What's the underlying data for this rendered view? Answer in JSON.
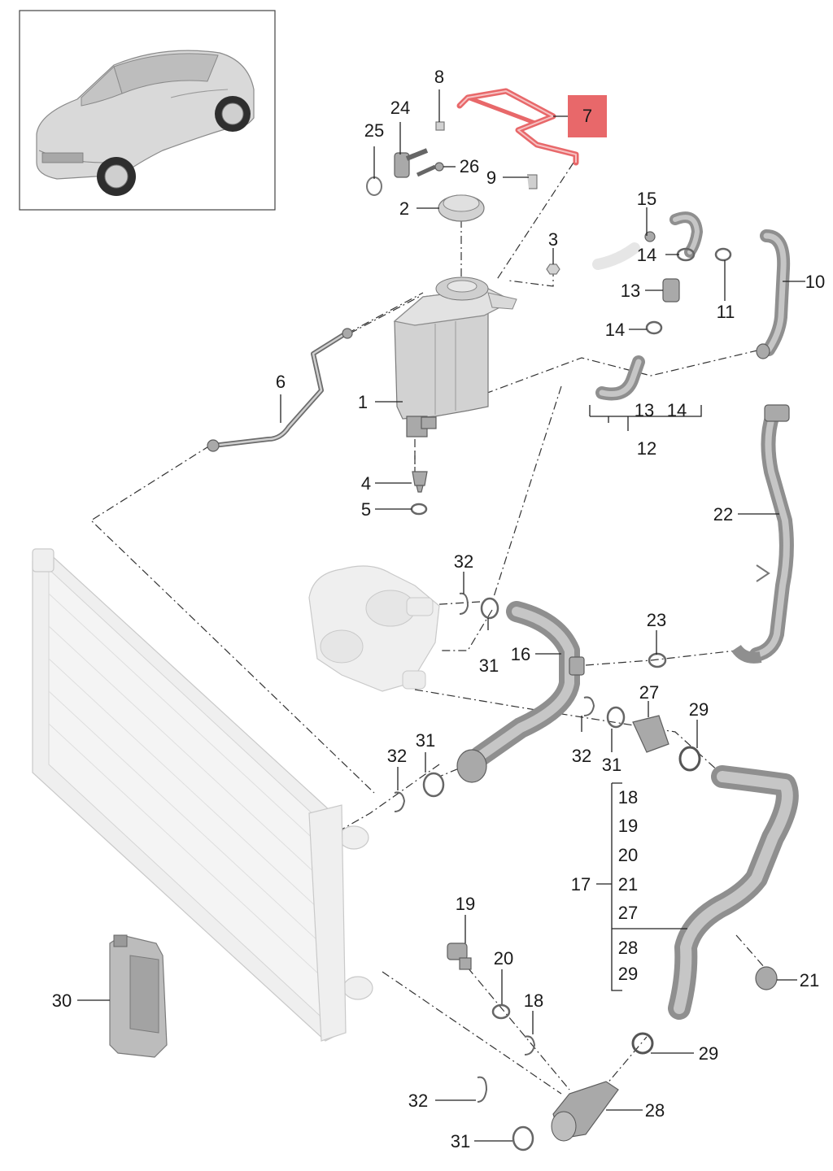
{
  "highlight_color": "#e8686a",
  "accent_red": "#e03a3e",
  "callouts": {
    "p1": "1",
    "p2": "2",
    "p3": "3",
    "p4": "4",
    "p5": "5",
    "p6": "6",
    "p7": "7",
    "p8": "8",
    "p9": "9",
    "p10": "10",
    "p11": "11",
    "p12": "12",
    "p13": "13",
    "p13b": "13",
    "p14a": "14",
    "p14b": "14",
    "p14c": "14",
    "p15": "15",
    "p16": "16",
    "p17": "17",
    "p18": "18",
    "p18b": "18",
    "p19": "19",
    "p19b": "19",
    "p20": "20",
    "p20b": "20",
    "p21": "21",
    "p21b": "21",
    "p22": "22",
    "p23": "23",
    "p24": "24",
    "p25": "25",
    "p26": "26",
    "p27": "27",
    "p27b": "27",
    "p28": "28",
    "p28b": "28",
    "p29": "29",
    "p29b": "29",
    "p29c": "29",
    "p30": "30",
    "p31a": "31",
    "p31b": "31",
    "p31c": "31",
    "p31d": "31",
    "p32a": "32",
    "p32b": "32",
    "p32c": "32",
    "p32d": "32"
  },
  "icons": [
    "car-thumbnail",
    "coolant-bottle-icon",
    "radiator",
    "expansion-tank",
    "water-pump"
  ]
}
